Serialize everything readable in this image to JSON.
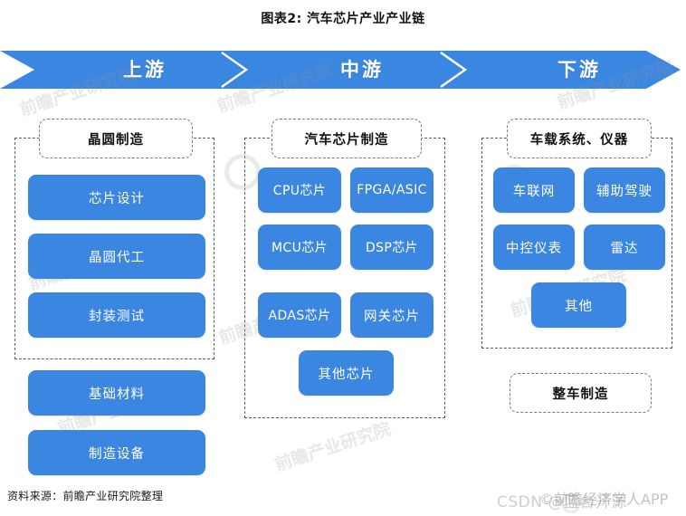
{
  "title": "图表2: 汽车芯片产业产业链",
  "banner": {
    "segments": [
      {
        "label": "上游"
      },
      {
        "label": "中游"
      },
      {
        "label": "下游"
      }
    ],
    "color": "#3b86e0"
  },
  "columns": {
    "upstream": {
      "header": "晶圆制造",
      "grouped_items": [
        "芯片设计",
        "晶圆代工",
        "封装测试"
      ],
      "extra_items": [
        "基础材料",
        "制造设备"
      ]
    },
    "midstream": {
      "header": "汽车芯片制造",
      "grid_items": [
        "CPU芯片",
        "FPGA/ASIC",
        "MCU芯片",
        "DSP芯片",
        "ADAS芯片",
        "网关芯片"
      ],
      "wide_item": "其他芯片"
    },
    "downstream": {
      "header": "车载系统、仪器",
      "grid_items": [
        "车联网",
        "辅助驾驶",
        "中控仪表",
        "雷达"
      ],
      "wide_item": "其他",
      "final_header": "整车制造"
    }
  },
  "source": "资料来源：前瞻产业研究院整理",
  "watermarks": {
    "tile": "前瞻产业研究院",
    "bottom_left": "CSDN @蓝台开源",
    "bottom_right": "©前瞻经济学人APP"
  }
}
